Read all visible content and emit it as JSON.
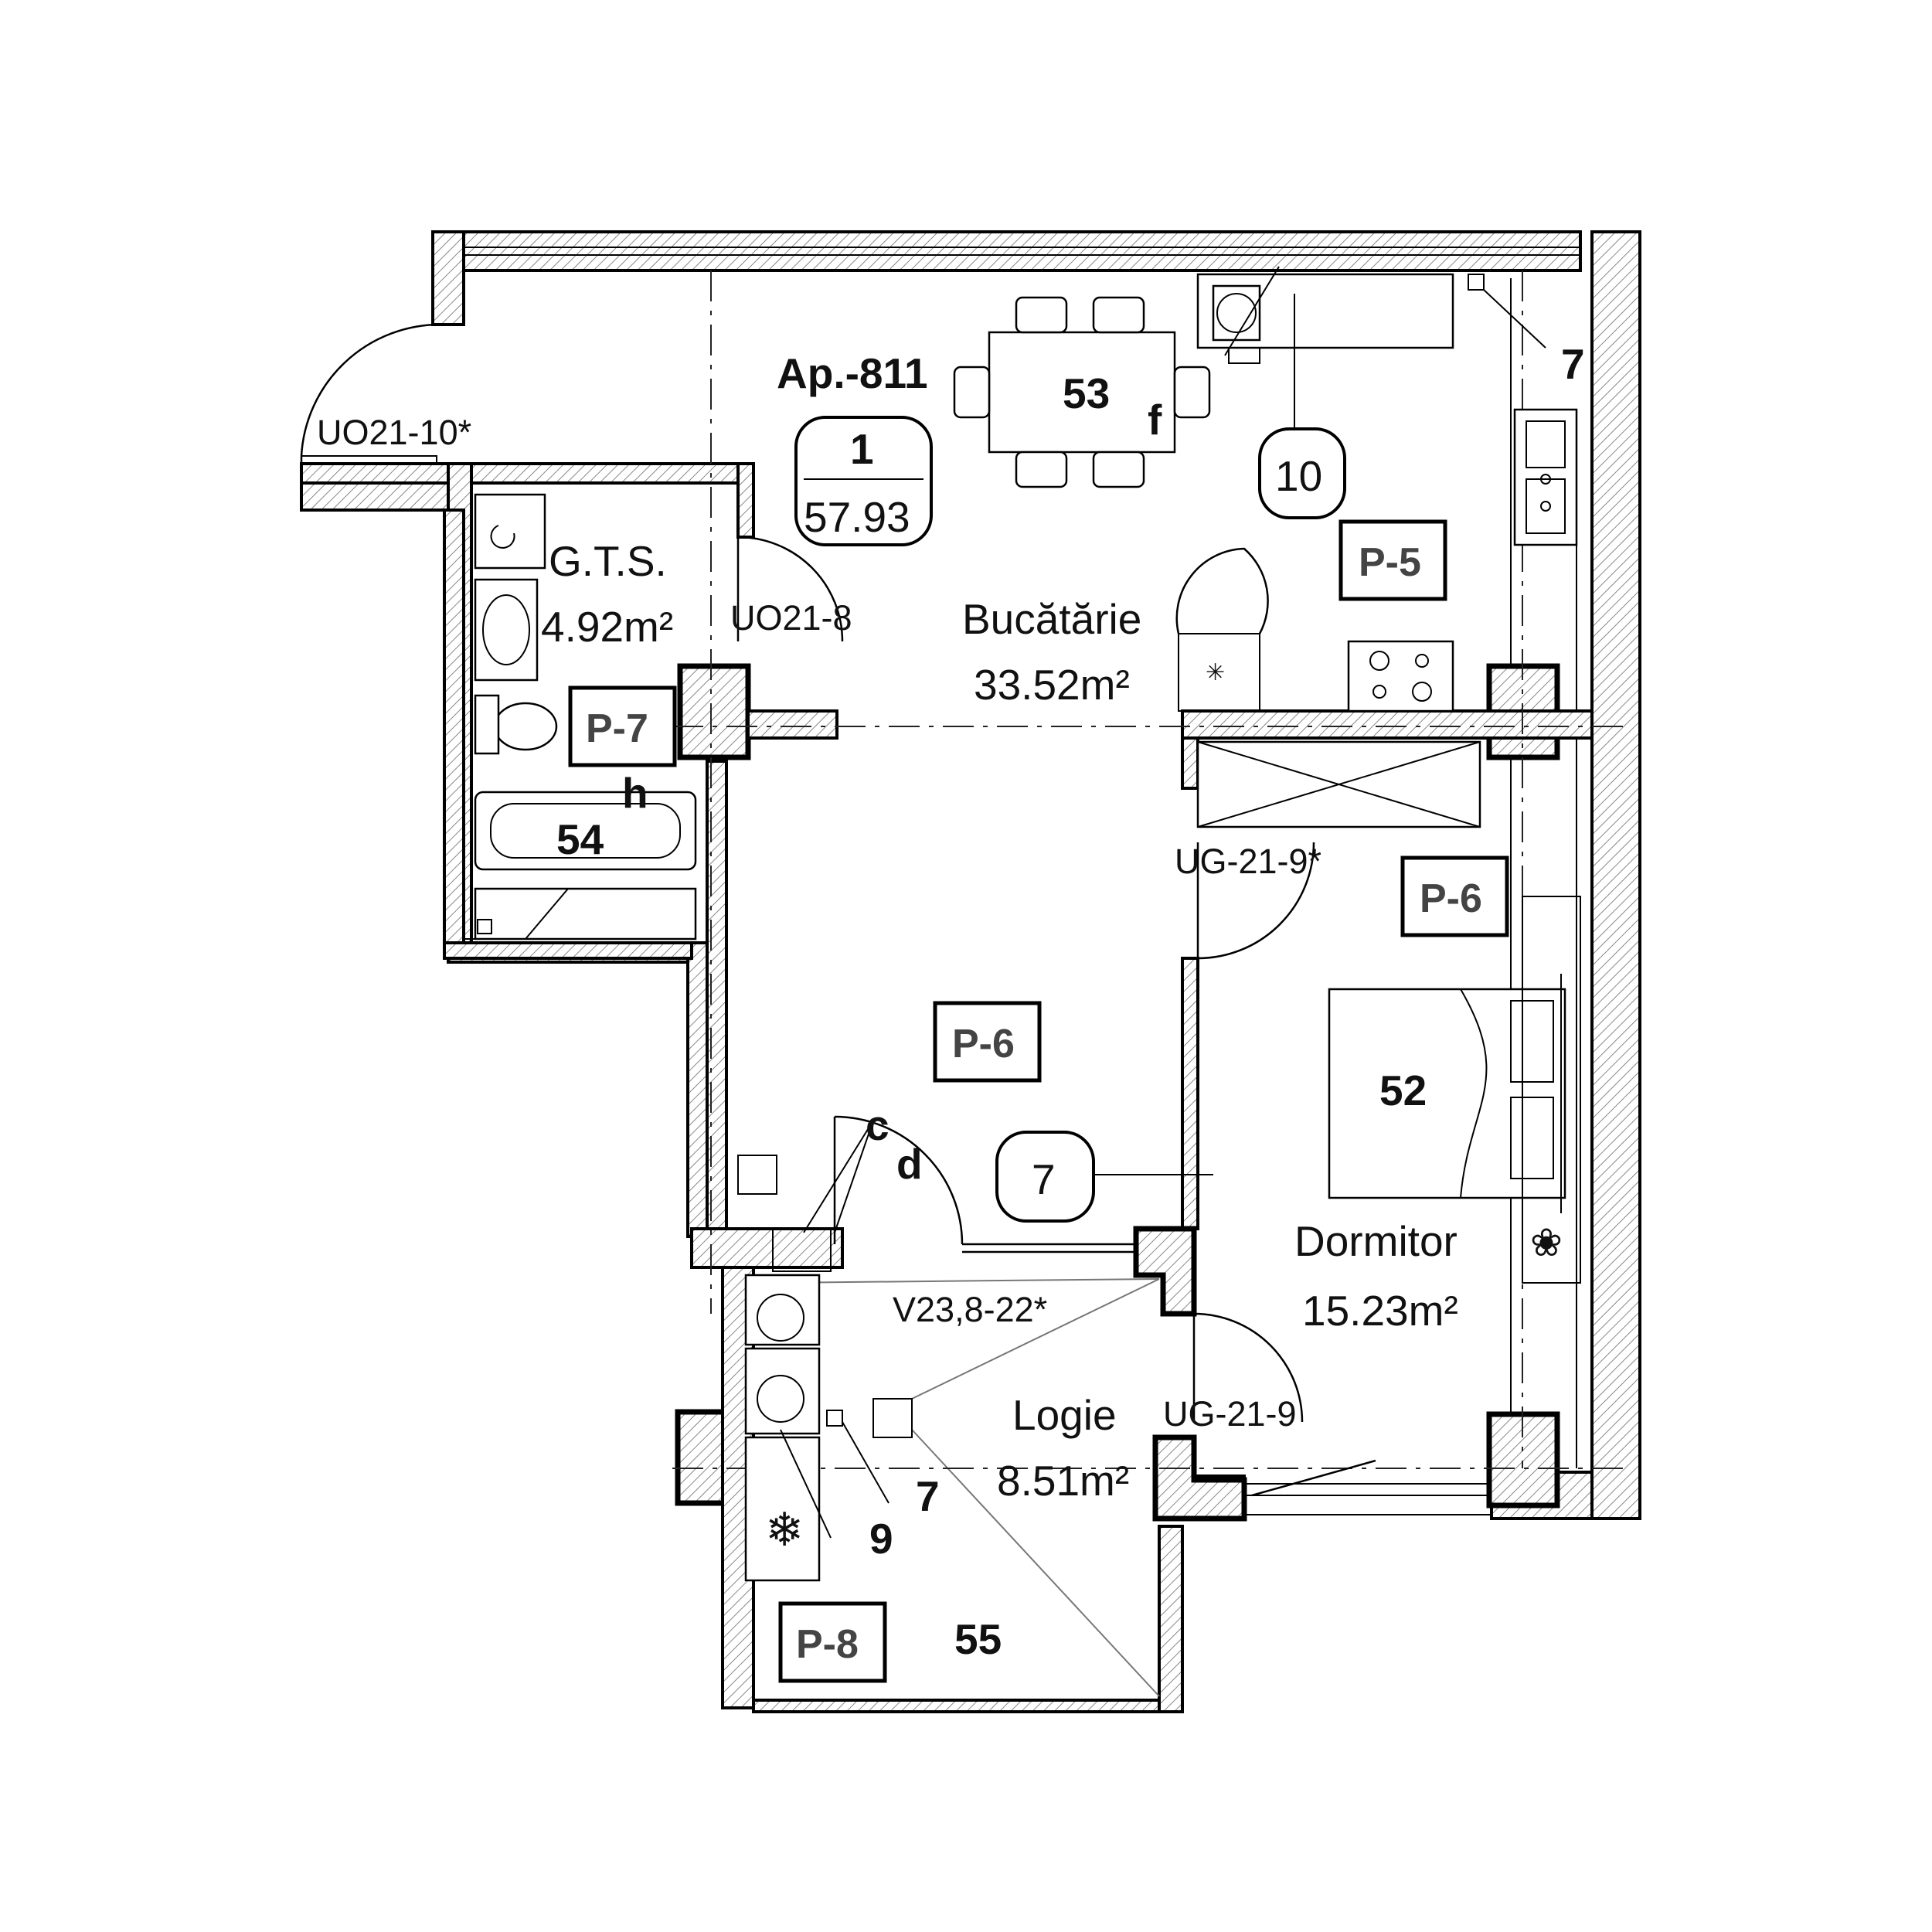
{
  "apartment": {
    "label": "Ap.-811",
    "rooms_count": "1",
    "total_area": "57.93"
  },
  "rooms": {
    "kitchen": {
      "name": "Bucătărie",
      "area": "33.52m²",
      "code": "53"
    },
    "bathroom": {
      "name": "G.T.S.",
      "area": "4.92m²",
      "code": "54"
    },
    "bedroom": {
      "name": "Dormitor",
      "area": "15.23m²",
      "code": "52"
    },
    "loggia": {
      "name": "Logie",
      "area": "8.51m²",
      "code": "55"
    }
  },
  "panel_tags": [
    "P-5",
    "P-6",
    "P-6",
    "P-7",
    "P-8"
  ],
  "pill_tags": [
    "10",
    "7"
  ],
  "door_labels": {
    "entrance": "UO21-10*",
    "bathroom": "UO21-8",
    "bedroom_top": "UG-21-9*",
    "bedroom_bottom": "UG-21-9",
    "loggia_window": "V23,8-22*"
  },
  "marks": {
    "c": "c",
    "d": "d",
    "f": "f",
    "h": "h",
    "seven_top": "7",
    "seven_loggia": "7",
    "nine": "9"
  },
  "icons": [
    "washbasin-icon",
    "toilet-icon",
    "bathtub-icon",
    "shower-icon",
    "sink-icon",
    "stove-icon",
    "dining-table-icon",
    "bed-icon",
    "boiler-icon",
    "ac-unit-icon",
    "flower-icon"
  ]
}
